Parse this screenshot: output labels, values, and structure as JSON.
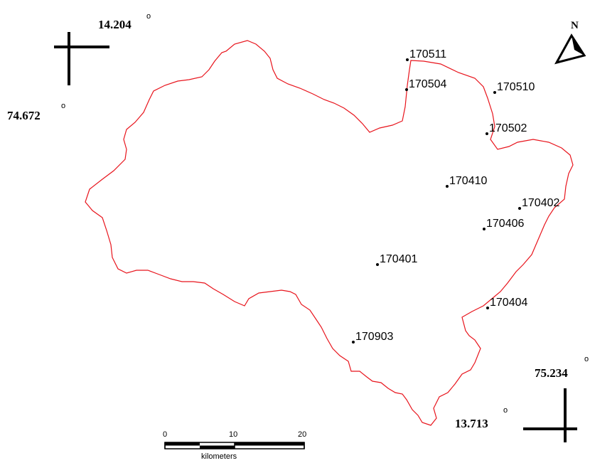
{
  "corners": {
    "top_left_lat": "14.204",
    "top_left_lon": "74.672",
    "bottom_right_lon": "75.234",
    "bottom_right_lat": "13.713",
    "degree_symbol": "o"
  },
  "north_arrow": {
    "label": "N"
  },
  "boundary": {
    "color": "#e8141c"
  },
  "stations": [
    {
      "id": "170511"
    },
    {
      "id": "170504"
    },
    {
      "id": "170510"
    },
    {
      "id": "170502"
    },
    {
      "id": "170410"
    },
    {
      "id": "170402"
    },
    {
      "id": "170406"
    },
    {
      "id": "170401"
    },
    {
      "id": "170404"
    },
    {
      "id": "170903"
    }
  ],
  "scale_bar": {
    "tick_labels": [
      "0",
      "10",
      "20"
    ],
    "unit": "kilometers"
  }
}
